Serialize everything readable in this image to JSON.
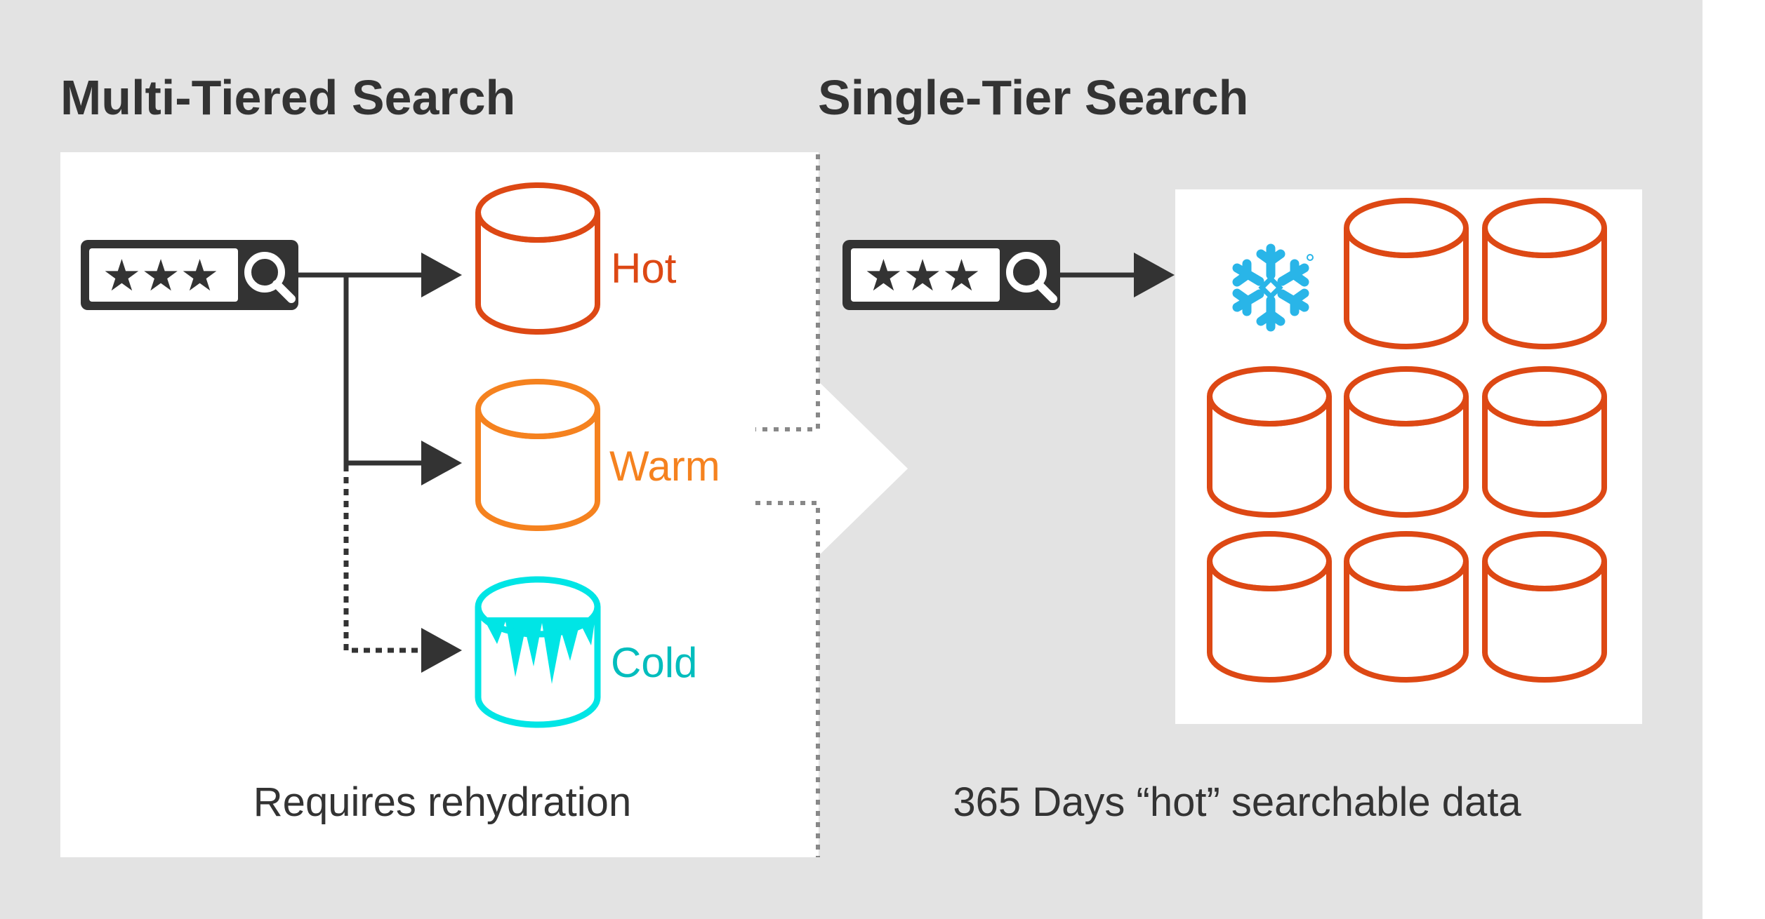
{
  "left_panel": {
    "title": "Multi-Tiered Search",
    "search_stars": "★★★",
    "tiers": [
      {
        "label": "Hot",
        "color": "#DD4814"
      },
      {
        "label": "Warm",
        "color": "#F5821F"
      },
      {
        "label": "Cold",
        "color": "#00BDBD"
      }
    ],
    "caption": "Requires rehydration"
  },
  "right_panel": {
    "title": "Single-Tier Search",
    "search_stars": "★★★",
    "logo": "snowflake-icon",
    "logo_color": "#29B5E8",
    "database_count": 8,
    "database_color": "#DD4814",
    "caption": "365 Days “hot” searchable data"
  },
  "colors": {
    "background": "#E3E3E3",
    "panel": "#FFFFFF",
    "search_bar": "#333333",
    "arrow": "#333333",
    "divider": "#888888"
  }
}
